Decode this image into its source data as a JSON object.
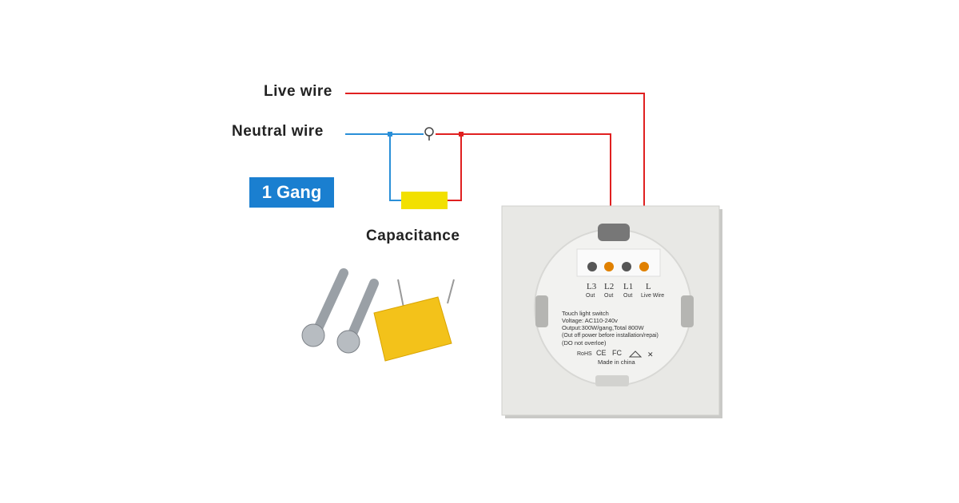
{
  "labels": {
    "live_wire": "Live wire",
    "neutral_wire": "Neutral wire",
    "gang": "1 Gang",
    "capacitance": "Capacitance"
  },
  "switch": {
    "terminals": [
      {
        "name": "L3",
        "sub": "Out"
      },
      {
        "name": "L2",
        "sub": "Out"
      },
      {
        "name": "L1",
        "sub": "Out"
      },
      {
        "name": "L",
        "sub": "Live Wire"
      }
    ],
    "spec_lines": [
      "Touch light switch",
      "Voltage: AC110-240v",
      "Output:300W/gang,Total 800W",
      "(Out off power before installation/repai)",
      "(DO not overloe)"
    ],
    "marks": [
      "RoHS",
      "CE",
      "FC"
    ],
    "made_in": "Made in china"
  },
  "colors": {
    "live": "#e02020",
    "neutral": "#2a8fd8",
    "gang_badge": "#1a7fd0",
    "capacitor": "#f2e000"
  }
}
